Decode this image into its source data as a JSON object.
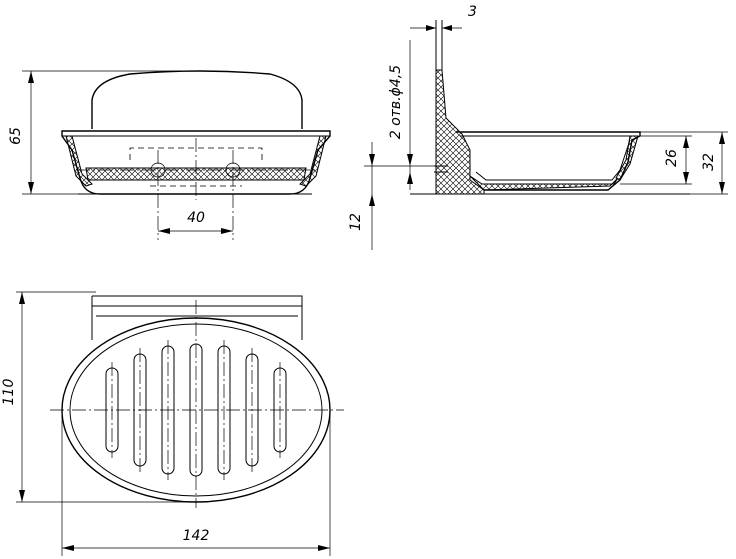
{
  "dimensions": {
    "height_total": "65",
    "hole_spacing": "40",
    "wall_thickness": "3",
    "mount_holes": "2 отв.ϕ4,5",
    "hole_offset": "12",
    "inner_depth": "26",
    "outer_depth": "32",
    "width": "142",
    "depth": "110"
  }
}
